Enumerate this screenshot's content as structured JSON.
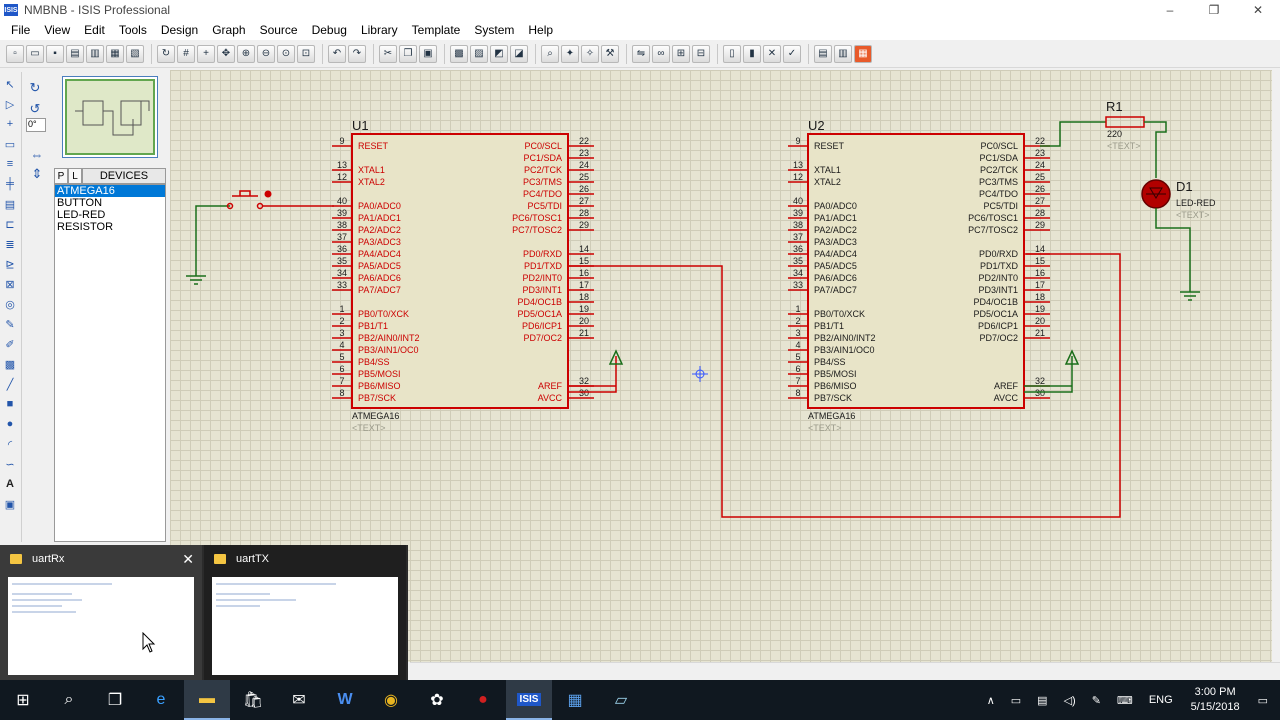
{
  "window": {
    "title": "NMBNB - ISIS Professional",
    "app_icon": "isis-icon",
    "controls": [
      "–",
      "❐",
      "✕"
    ]
  },
  "menu": [
    "File",
    "View",
    "Edit",
    "Tools",
    "Design",
    "Graph",
    "Source",
    "Debug",
    "Library",
    "Template",
    "System",
    "Help"
  ],
  "sidebar": {
    "angle": "0°"
  },
  "devices": {
    "tab_p": "P",
    "tab_l": "L",
    "title": "DEVICES",
    "items": [
      {
        "label": "ATMEGA16",
        "selected": true
      },
      {
        "label": "BUTTON",
        "selected": false
      },
      {
        "label": "LED-RED",
        "selected": false
      },
      {
        "label": "RESISTOR",
        "selected": false
      }
    ]
  },
  "schematic": {
    "u1": {
      "ref": "U1",
      "part": "ATMEGA16",
      "text": "<TEXT>"
    },
    "u2": {
      "ref": "U2",
      "part": "ATMEGA16",
      "text": "<TEXT>"
    },
    "left_pins": [
      {
        "num": "9",
        "name": "RESET"
      },
      {
        "num": "13",
        "name": "XTAL1"
      },
      {
        "num": "12",
        "name": "XTAL2"
      },
      {
        "num": "40",
        "name": "PA0/ADC0"
      },
      {
        "num": "39",
        "name": "PA1/ADC1"
      },
      {
        "num": "38",
        "name": "PA2/ADC2"
      },
      {
        "num": "37",
        "name": "PA3/ADC3"
      },
      {
        "num": "36",
        "name": "PA4/ADC4"
      },
      {
        "num": "35",
        "name": "PA5/ADC5"
      },
      {
        "num": "34",
        "name": "PA6/ADC6"
      },
      {
        "num": "33",
        "name": "PA7/ADC7"
      },
      {
        "num": "1",
        "name": "PB0/T0/XCK"
      },
      {
        "num": "2",
        "name": "PB1/T1"
      },
      {
        "num": "3",
        "name": "PB2/AIN0/INT2"
      },
      {
        "num": "4",
        "name": "PB3/AIN1/OC0"
      },
      {
        "num": "5",
        "name": "PB4/SS"
      },
      {
        "num": "6",
        "name": "PB5/MOSI"
      },
      {
        "num": "7",
        "name": "PB6/MISO"
      },
      {
        "num": "8",
        "name": "PB7/SCK"
      }
    ],
    "right_pins": [
      {
        "num": "22",
        "name": "PC0/SCL"
      },
      {
        "num": "23",
        "name": "PC1/SDA"
      },
      {
        "num": "24",
        "name": "PC2/TCK"
      },
      {
        "num": "25",
        "name": "PC3/TMS"
      },
      {
        "num": "26",
        "name": "PC4/TDO"
      },
      {
        "num": "27",
        "name": "PC5/TDI"
      },
      {
        "num": "28",
        "name": "PC6/TOSC1"
      },
      {
        "num": "29",
        "name": "PC7/TOSC2"
      },
      {
        "num": "14",
        "name": "PD0/RXD"
      },
      {
        "num": "15",
        "name": "PD1/TXD"
      },
      {
        "num": "16",
        "name": "PD2/INT0"
      },
      {
        "num": "17",
        "name": "PD3/INT1"
      },
      {
        "num": "18",
        "name": "PD4/OC1B"
      },
      {
        "num": "19",
        "name": "PD5/OC1A"
      },
      {
        "num": "20",
        "name": "PD6/ICP1"
      },
      {
        "num": "21",
        "name": "PD7/OC2"
      },
      {
        "num": "32",
        "name": "AREF"
      },
      {
        "num": "30",
        "name": "AVCC"
      }
    ],
    "r1": {
      "ref": "R1",
      "value": "220",
      "text": "<TEXT>"
    },
    "d1": {
      "ref": "D1",
      "part": "LED-RED",
      "text": "<TEXT>"
    },
    "colors": {
      "component_border": "#cc0000",
      "component_fill": "#e8e4c8",
      "wire_red": "#cc0000",
      "wire_green": "#1a6e1a",
      "pin_text": "#cc0000"
    }
  },
  "thumbnails": [
    {
      "title": "uartRx",
      "close": "✕"
    },
    {
      "title": "uartTX"
    }
  ],
  "taskbar": {
    "apps": [
      "windows-icon",
      "search-icon",
      "task-view-icon",
      "edge-icon",
      "file-explorer-icon",
      "store-icon",
      "mail-icon",
      "word-icon",
      "chrome-icon",
      "app-icon",
      "app-icon",
      "isis-icon",
      "app-icon",
      "app-icon"
    ],
    "isis_label": "ISIS",
    "lang": "ENG",
    "time": "3:00 PM",
    "date": "5/15/2018"
  }
}
